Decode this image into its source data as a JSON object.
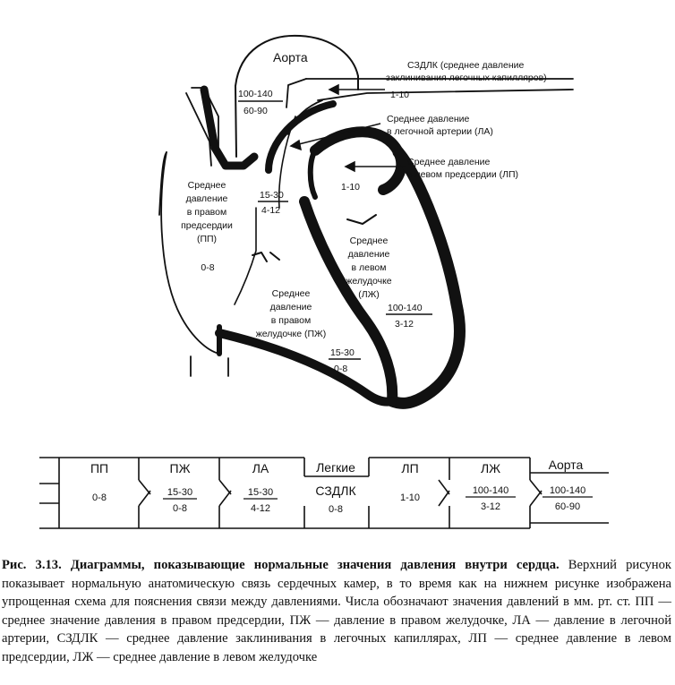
{
  "heart": {
    "aorta": "Аорта",
    "aorta_pressure_top": "100-140",
    "aorta_pressure_bottom": "60-90",
    "pcwp_line1": "СЗДЛК (среднее давление",
    "pcwp_line2": "заклинивания легочных капилляров)",
    "pcwp_value": "1-10",
    "pa_line1": "Среднее давление",
    "pa_line2": "в легочной артерии (ЛА)",
    "la_line1": "Среднее давление",
    "la_line2": "в левом предсердии (ЛП)",
    "la_value": "1-10",
    "ra_lines": [
      "Среднее",
      "давление",
      "в правом",
      "предсердии",
      "(ПП)"
    ],
    "ra_value": "0-8",
    "pa_pressure_top": "15-30",
    "pa_pressure_bottom": "4-12",
    "lv_lines": [
      "Среднее",
      "давление",
      "в левом",
      "желудочке",
      "(ЛЖ)"
    ],
    "lv_pressure_top": "100-140",
    "lv_pressure_bottom": "3-12",
    "rv_lines": [
      "Среднее",
      "давление",
      "в правом",
      "желудочке (ПЖ)"
    ],
    "rv_pressure_top": "15-30",
    "rv_pressure_bottom": "0-8"
  },
  "schema": {
    "chambers": [
      {
        "label": "ПП",
        "value": "0-8"
      },
      {
        "label": "ПЖ",
        "top": "15-30",
        "bottom": "0-8"
      },
      {
        "label": "ЛА",
        "top": "15-30",
        "bottom": "4-12"
      },
      {
        "label": "Легкие",
        "sub": "СЗДЛК",
        "value": "0-8"
      },
      {
        "label": "ЛП",
        "value": "1-10"
      },
      {
        "label": "ЛЖ",
        "top": "100-140",
        "bottom": "3-12"
      },
      {
        "label": "Аорта",
        "top": "100-140",
        "bottom": "60-90"
      }
    ]
  },
  "caption": {
    "title": "Рис. 3.13. Диаграммы, показывающие нормальные значения давления внутри сердца.",
    "body": "Верхний рисунок показывает нормальную анатомическую связь сердечных камер, в то время как на нижнем рисунке изображена упрощенная схема для пояснения связи между давлениями. Числа обозначают значения давлений в мм. рт. ст. ПП — среднее значение давления в правом предсердии, ПЖ — давление в правом желудочке, ЛА — давление в легочной артерии, СЗДЛК — среднее давление заклинивания в легочных капиллярах, ЛП — среднее давление в левом предсердии, ЛЖ — среднее давление в левом желудочке"
  }
}
